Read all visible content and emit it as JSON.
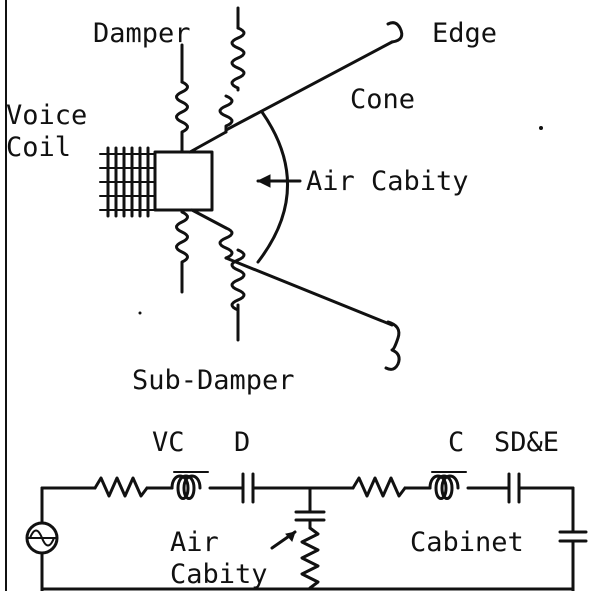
{
  "speaker": {
    "damper": "Damper",
    "edge": "Edge",
    "cone": "Cone",
    "voice_coil_line1": "Voice",
    "voice_coil_line2": "Coil",
    "air_cavity": "Air Cabity",
    "sub_damper": "Sub-Damper"
  },
  "circuit": {
    "vc": "VC",
    "d": "D",
    "c": "C",
    "sde": "SD&E",
    "air_line1": "Air",
    "air_line2": "Cabity",
    "cabinet": "Cabinet"
  },
  "colors": {
    "ink": "#111111",
    "background": "#ffffff"
  }
}
